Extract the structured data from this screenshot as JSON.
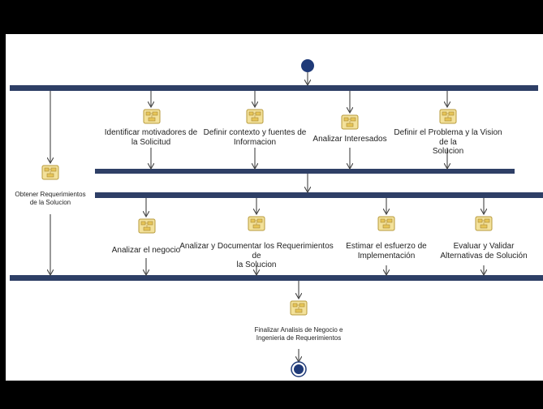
{
  "diagram": {
    "title": "",
    "activities": {
      "obtener": "Obtener Requerimientos\nde la Solucion",
      "identificar": "Identificar motivadores de\nla Solicitud",
      "definir_contexto": "Definir contexto y fuentes de\nInformacion",
      "analizar_interesados": "Analizar Interesados",
      "definir_problema": "Definir el Problema y la Vision de la\nSolucion",
      "analizar_negocio": "Analizar el negocio",
      "analizar_documentar": "Analizar y Documentar los Requerimientos de\nla Solucion",
      "estimar": "Estimar el esfuerzo de\nImplementación",
      "evaluar": "Evaluar y Validar\nAlternativas de Solución",
      "finalizar": "Finalizar Analisis de Negocio e\nIngenieria de Requerimientos"
    },
    "colors": {
      "bar": "#2e3f66",
      "node": "#1f3a78",
      "arrow": "#444444",
      "icon_fill": "#f3e19a",
      "icon_stroke": "#b79a3c"
    }
  }
}
